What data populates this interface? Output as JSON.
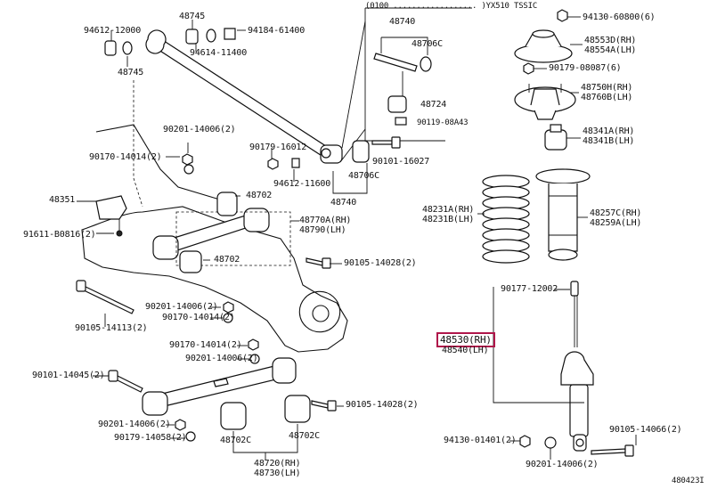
{
  "diagram_id": "480423I",
  "highlight_color": "#b0174b",
  "inset_caption": "(0100 .................. )YX510 TSSIC",
  "labels": {
    "p48745_top": "48745",
    "p94184": "94184-61400",
    "p94612a": "94612-12000",
    "p94614": "94614-11400",
    "p48745_left": "48745",
    "p48740_inset": "48740",
    "p48706c_inset": "48706C",
    "p48724": "48724",
    "p90119": "90119-08A43",
    "p90201a": "90201-14006(2)",
    "p90170a": "90170-14014(2)",
    "p90179a": "90179-16012",
    "p94612b": "94612-11600",
    "p90101a": "90101-16027",
    "p48706c": "48706C",
    "p48740": "48740",
    "p48351": "48351",
    "p48702a": "48702",
    "p48770a": "48770A(RH)",
    "p48790": "48790(LH)",
    "p91611": "91611-B0816(2)",
    "p48702b": "48702",
    "p90105a": "90105-14028(2)",
    "p90201b": "90201-14006(2)",
    "p90170b": "90170-14014(2)",
    "p90105b": "90105-14113(2)",
    "p90170c": "90170-14014(2)",
    "p90201c": "90201-14006(2)",
    "p90101b": "90101-14045(2)",
    "p90105c": "90105-14028(2)",
    "p90201d": "90201-14006(2)",
    "p90179b": "90179-14058(2)",
    "p48702c_a": "48702C",
    "p48702c_b": "48702C",
    "p48720": "48720(RH)",
    "p48730": "48730(LH)",
    "p94130a": "94130-60800(6)",
    "p48553": "48553D(RH)",
    "p48554": "48554A(LH)",
    "p90179c": "90179-08087(6)",
    "p48750": "48750H(RH)",
    "p48760": "48760B(LH)",
    "p48341a": "48341A(RH)",
    "p48341b": "48341B(LH)",
    "p48231a": "48231A(RH)",
    "p48231b": "48231B(LH)",
    "p48257": "48257C(RH)",
    "p48259": "48259A(LH)",
    "p90177": "90177-12002",
    "p48530": "48530(RH)",
    "p48540": "48540(LH)",
    "p90105d": "90105-14066(2)",
    "p94130b": "94130-01401(2)",
    "p90201e": "90201-14006(2)"
  }
}
